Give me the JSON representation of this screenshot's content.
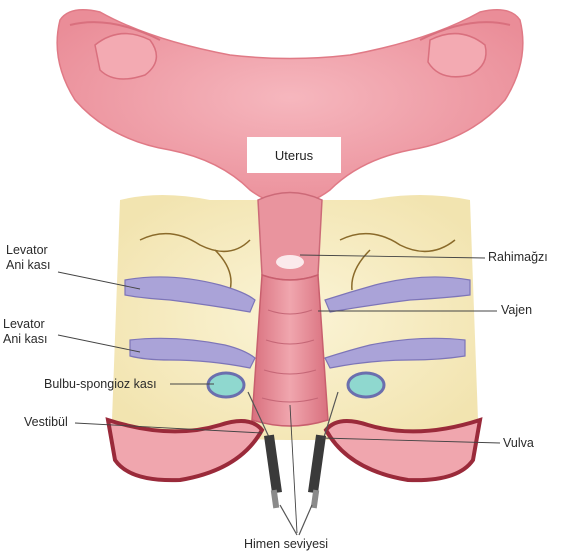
{
  "labels": {
    "uterus": "Uterus",
    "levator_1_line1": "Levator",
    "levator_1_line2": "Ani kası",
    "levator_2_line1": "Levator",
    "levator_2_line2": "Ani kası",
    "bulbo": "Bulbu-spongioz kası",
    "vestibul": "Vestibül",
    "rahimagzi": "Rahimağzı",
    "vajen": "Vajen",
    "vulva": "Vulva",
    "himen": "Himen seviyesi"
  },
  "colors": {
    "uterus_pink": "#f0a0a8",
    "uterus_dark": "#e8828e",
    "fat_yellow": "#f7edc4",
    "muscle_purple": "#a9a3d6",
    "vulva_dark": "#9a2a3a",
    "vagina_pink": "#e07c88",
    "gland_teal": "#8fd8cf"
  }
}
